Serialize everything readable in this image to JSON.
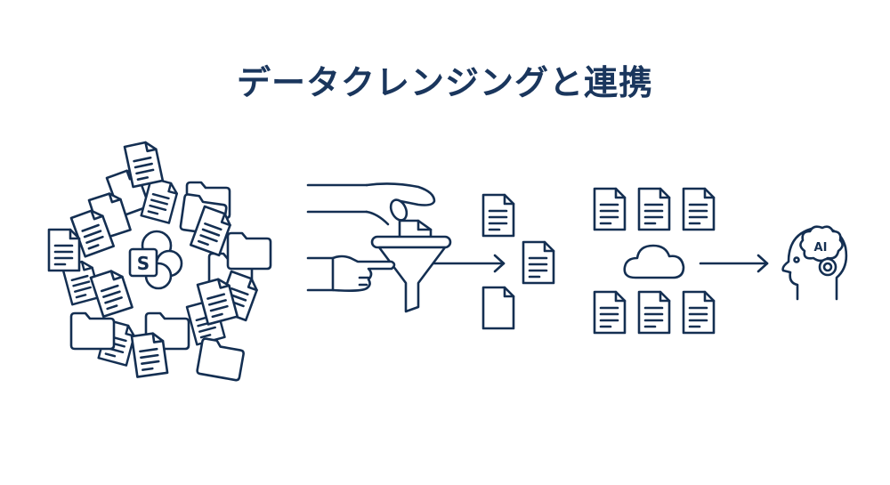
{
  "title": "データクレンジングと連携",
  "colors": {
    "primary": "#1a365d",
    "stroke": "#142f52",
    "background": "#ffffff"
  },
  "stages": [
    {
      "id": "source",
      "description": "SharePoint hub surrounded by scattered documents and folders",
      "icon": "sharepoint-icon",
      "icon_label": "S"
    },
    {
      "id": "cleansing",
      "description": "Hands placing a document into a funnel",
      "icon": "funnel-icon"
    },
    {
      "id": "cleaned-output",
      "description": "Three cleaned documents",
      "icon": "document-icon",
      "count": 3
    },
    {
      "id": "cloud-integration",
      "description": "Cloud with six documents",
      "icon": "cloud-icon",
      "document_count": 6
    },
    {
      "id": "ai",
      "description": "AI head",
      "icon": "ai-head-icon",
      "icon_label": "AI"
    }
  ],
  "arrows": [
    {
      "from": "cleansing",
      "to": "cleaned-output"
    },
    {
      "from": "cloud-integration",
      "to": "ai"
    }
  ]
}
